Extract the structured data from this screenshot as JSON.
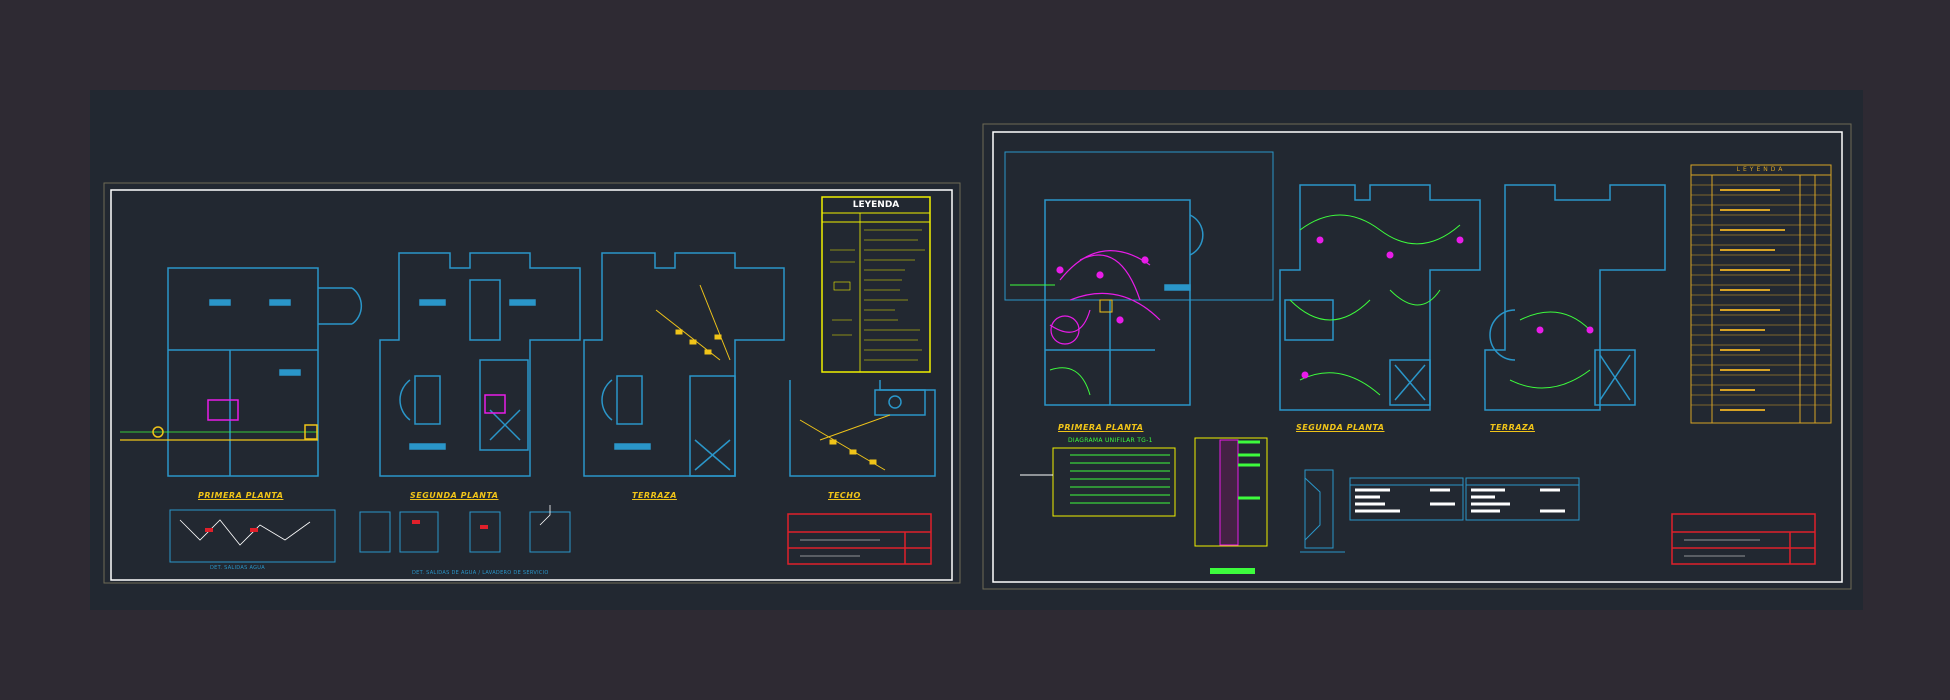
{
  "colors": {
    "background": "#2e2a33",
    "canvas": "#222831",
    "frame": "#ffffff",
    "wall": "#2a96c9",
    "column": "#3dfc3d",
    "circuit_green": "#3dfc3d",
    "circuit_magenta": "#e81ce8",
    "annotation": "#f0c419",
    "title_block": "#e0202a",
    "legend": "#f0f000"
  },
  "sheet_left": {
    "legend": {
      "title": "LEYENDA"
    },
    "plans": [
      {
        "id": "primera",
        "title": "PRIMERA PLANTA"
      },
      {
        "id": "segunda",
        "title": "SEGUNDA PLANTA"
      },
      {
        "id": "terraza",
        "title": "TERRAZA"
      },
      {
        "id": "techo",
        "title": "TECHO"
      }
    ],
    "details": [
      {
        "id": "det-1",
        "title": "DET. SALIDAS AGUA"
      },
      {
        "id": "det-2",
        "title": "DET. SALIDAS DE AGUA / LAVADERO DE SERVICIO"
      }
    ]
  },
  "sheet_right": {
    "legend": {
      "title": "LEYENDA"
    },
    "plans": [
      {
        "id": "primera",
        "title": "PRIMERA PLANTA"
      },
      {
        "id": "segunda",
        "title": "SEGUNDA PLANTA"
      },
      {
        "id": "terraza",
        "title": "TERRAZA"
      }
    ],
    "diagram": {
      "title": "DIAGRAMA UNIFILAR  TG-1"
    }
  }
}
